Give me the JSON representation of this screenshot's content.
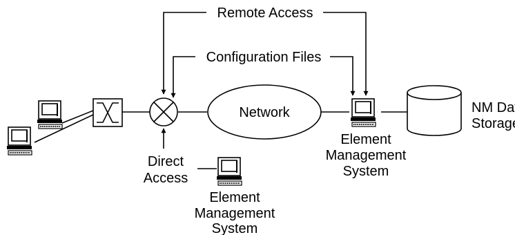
{
  "labels": {
    "remote_access": "Remote Access",
    "configuration_files": "Configuration Files",
    "network": "Network",
    "storage_line1": "NM Data",
    "storage_line2": "Storage",
    "ems_right_line1": "Element",
    "ems_right_line2": "Management",
    "ems_right_line3": "System",
    "direct_access_line1": "Direct",
    "direct_access_line2": "Access",
    "ems_bottom_line1": "Element",
    "ems_bottom_line2": "Management",
    "ems_bottom_line3": "System"
  },
  "icons": {
    "workstation": "computer-icon",
    "switch": "switch-icon",
    "crosspoint": "circled-x-icon",
    "database": "database-icon"
  },
  "colors": {
    "line": "#000000",
    "background": "#ffffff"
  }
}
